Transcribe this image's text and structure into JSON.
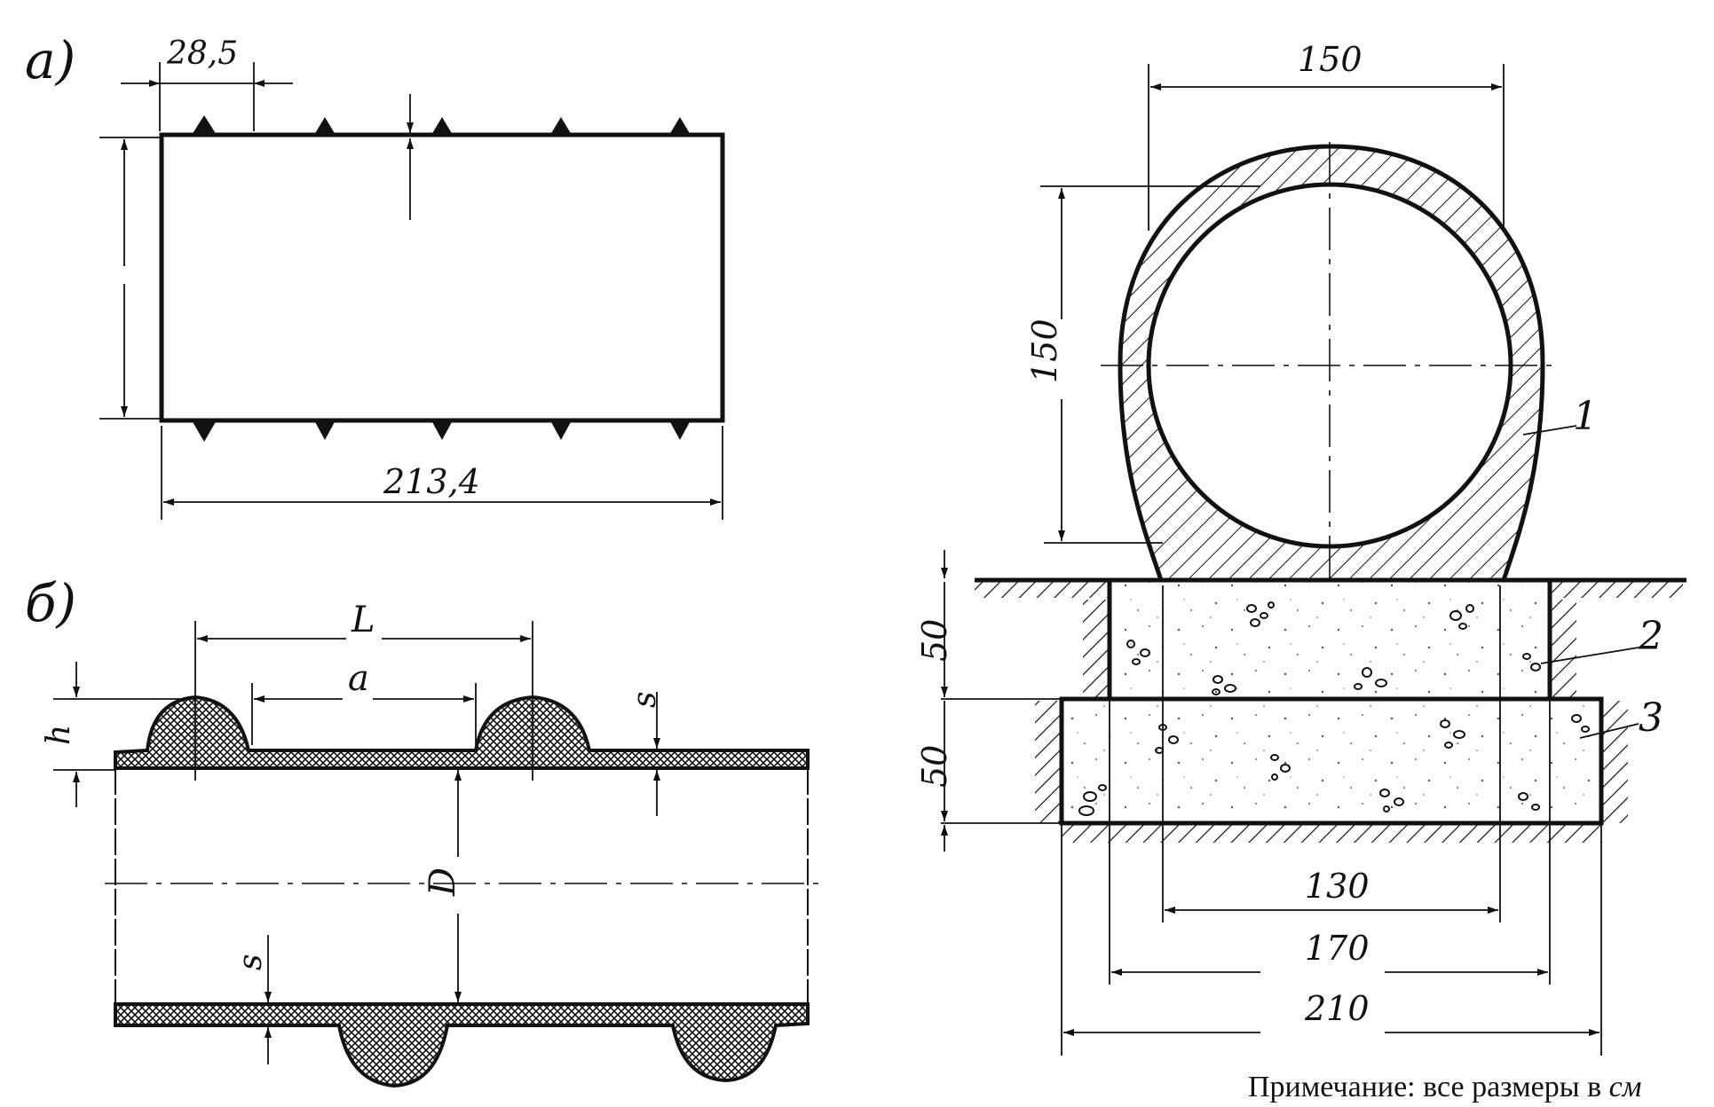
{
  "view_a": {
    "label": "а)",
    "dim_spacing": "28,5",
    "dim_length": "213,4"
  },
  "view_b": {
    "label": "б)",
    "dim_L": "L",
    "dim_a": "a",
    "dim_s_top": "s",
    "dim_s_bottom": "s",
    "dim_h": "h",
    "dim_D": "D"
  },
  "section": {
    "dim_pipe_width": "150",
    "dim_pipe_height": "150",
    "dim_upper_block": "50",
    "dim_lower_block": "50",
    "dim_130": "130",
    "dim_170": "170",
    "dim_210": "210",
    "callout_1": "1",
    "callout_2": "2",
    "callout_3": "3"
  },
  "note": {
    "text": "Примечание: все размеры в ",
    "unit": "см"
  }
}
